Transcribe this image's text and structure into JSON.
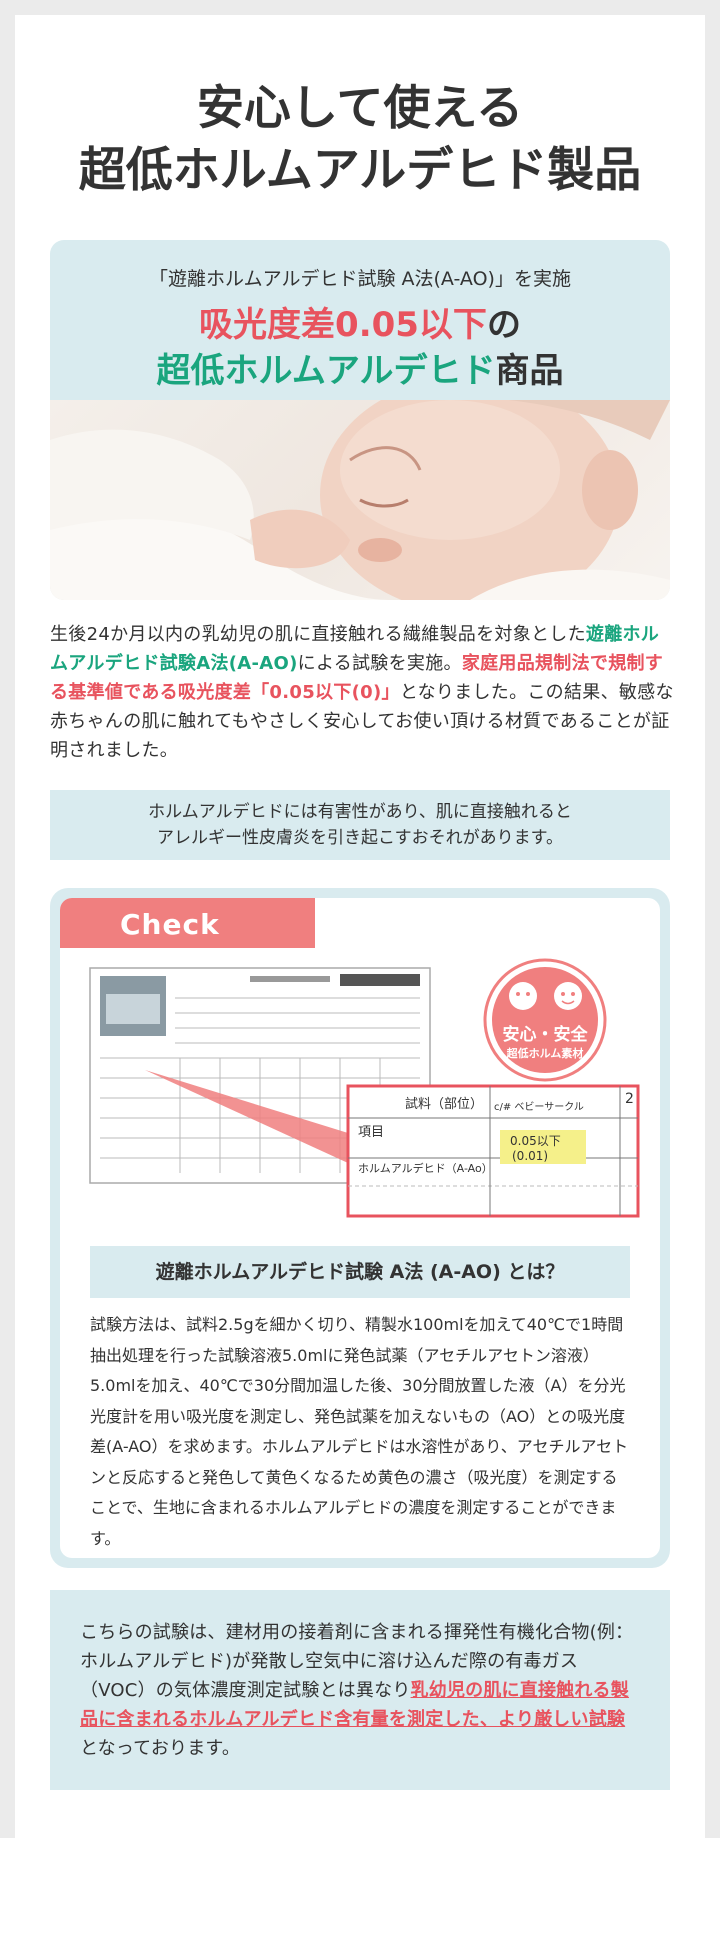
{
  "title": {
    "line1": "安心して使える",
    "line2": "超低ホルムアルデヒド製品"
  },
  "hero": {
    "subtitle": "「遊離ホルムアルデヒド試験 A法(A-AO)」を実施",
    "line1_red": "吸光度差0.05以下",
    "line1_dark": "の",
    "line2_green": "超低ホルムアルデヒド",
    "line2_dark": "商品"
  },
  "description": {
    "part1": "生後24か月以内の乳幼児の肌に直接触れる繊維製品を対象とした",
    "part2_green": "遊離ホルムアルデヒド試験A法(A-AO)",
    "part3": "による試験を実施。",
    "part4_red": "家庭用品規制法で規制する基準値である吸光度差「0.05以下(0)」",
    "part5": "となりました。この結果、敏感な赤ちゃんの肌に触れてもやさしく安心してお使い頂ける材質であることが証明されました。"
  },
  "warning": {
    "line1": "ホルムアルデヒドには有害性があり、肌に直接触れると",
    "line2": "アレルギー性皮膚炎を引き起こすおそれがあります。"
  },
  "check": {
    "label": "Check",
    "badge_main": "安心・安全",
    "badge_sub": "超低ホルム素材",
    "zoom_header": "試料（部位）",
    "zoom_row_label": "項目",
    "zoom_item": "ホルムアルデヒド（A-Ao）",
    "zoom_col": "c/# ベビーサークル",
    "zoom_value1": "0.05以下",
    "zoom_value2": "(0.01)",
    "zoom_num": "2",
    "question_title": "遊離ホルムアルデヒド試験 A法 (A-AO) とは？",
    "question_body": "試験方法は、試料2.5gを細かく切り、精製水100mlを加えて40℃で1時間抽出処理を行った試験溶液5.0mlに発色試薬（アセチルアセトン溶液）5.0mlを加え、40℃で30分間加温した後、30分間放置した液（A）を分光光度計を用い吸光度を測定し、発色試薬を加えないもの（AO）との吸光度差(A-AO）を求めます。ホルムアルデヒドは水溶性があり、アセチルアセトンと反応すると発色して黄色くなるため黄色の濃さ（吸光度）を測定することで、生地に含まれるホルムアルデヒドの濃度を測定することができます。"
  },
  "bottom": {
    "part1": "こちらの試験は、建材用の接着剤に含まれる揮発性有機化合物(例：ホルムアルデヒド)が発散し空気中に溶け込んだ際の有毒ガス（VOC）の気体濃度測定試験とは異なり",
    "part2_red": "乳幼児の肌に直接触れる製品に含まれるホルムアルデヒド含有量を測定した、より厳しい試験",
    "part3": "となっております。"
  },
  "colors": {
    "accent_red": "#e8535e",
    "accent_green": "#1aa57e",
    "panel_blue": "#d9ebef",
    "check_pink": "#f07f7f"
  }
}
